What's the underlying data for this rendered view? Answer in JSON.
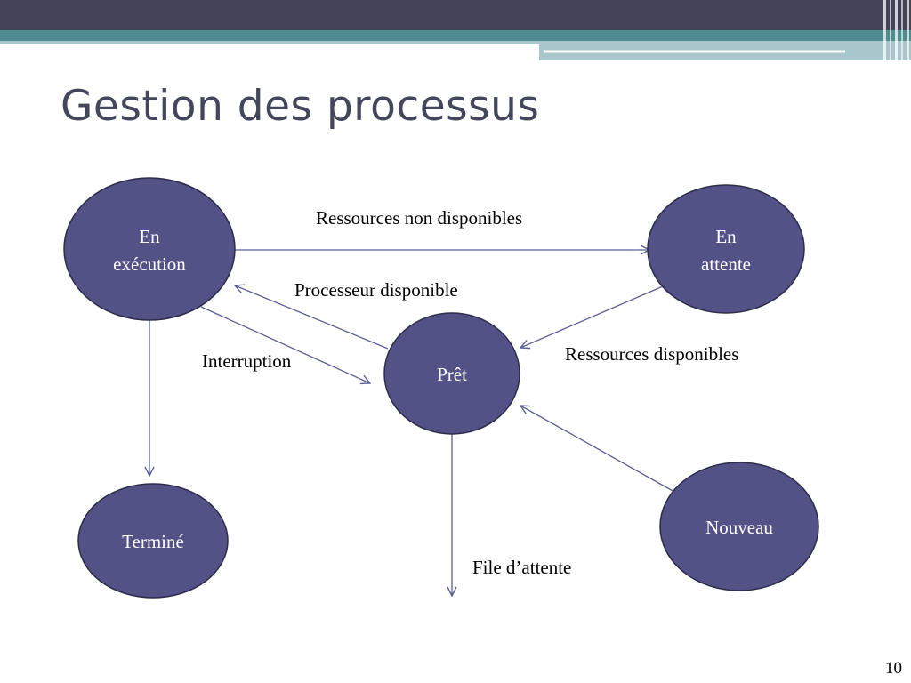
{
  "slide": {
    "title": "Gestion des processus",
    "page_number": "10"
  },
  "colors": {
    "header_dark": "#434458",
    "header_teal": "#4e8c90",
    "header_light": "#a9c6cc",
    "node_fill": "#535287",
    "node_stroke": "#2c2b4a",
    "edge": "#5b5f93",
    "title_text": "#44475c"
  },
  "diagram": {
    "nodes": [
      {
        "id": "en-execution",
        "lines": [
          "En",
          "exécution"
        ]
      },
      {
        "id": "en-attente",
        "lines": [
          "En",
          "attente"
        ]
      },
      {
        "id": "pret",
        "lines": [
          "Prêt"
        ]
      },
      {
        "id": "termine",
        "lines": [
          "Terminé"
        ]
      },
      {
        "id": "nouveau",
        "lines": [
          "Nouveau"
        ]
      }
    ],
    "edges": [
      {
        "id": "exec-to-attente",
        "from": "en-execution",
        "to": "en-attente",
        "label": "Ressources non disponibles"
      },
      {
        "id": "pret-to-exec",
        "from": "pret",
        "to": "en-execution",
        "label": "Processeur disponible"
      },
      {
        "id": "exec-to-pret",
        "from": "en-execution",
        "to": "pret",
        "label": "Interruption"
      },
      {
        "id": "attente-to-pret",
        "from": "en-attente",
        "to": "pret",
        "label": "Ressources disponibles"
      },
      {
        "id": "exec-to-termine",
        "from": "en-execution",
        "to": "termine",
        "label": ""
      },
      {
        "id": "nouveau-to-pret",
        "from": "nouveau",
        "to": "pret",
        "label": ""
      },
      {
        "id": "pret-to-queue",
        "from": "pret",
        "to": "",
        "label": "File d’attente"
      }
    ]
  }
}
